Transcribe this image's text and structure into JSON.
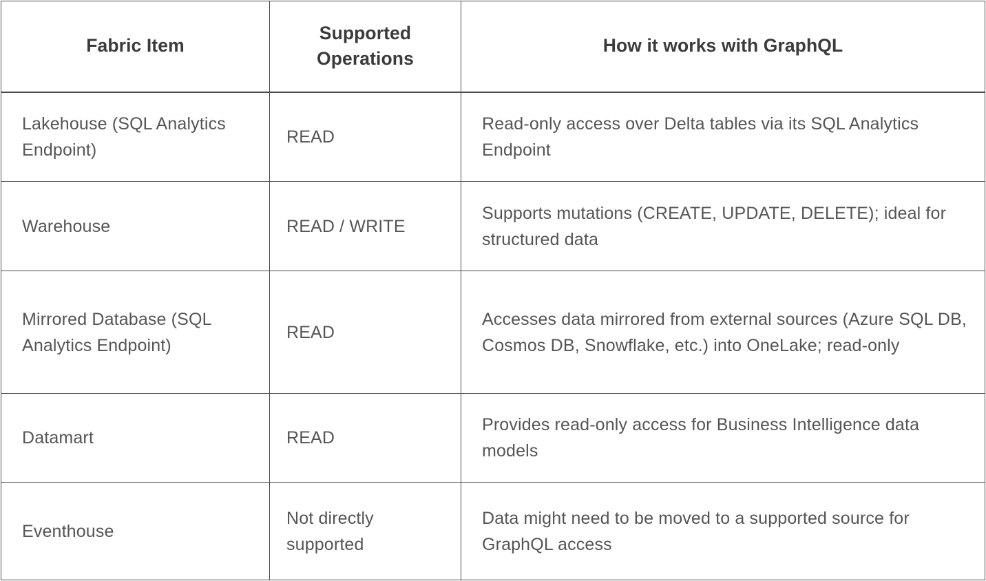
{
  "table": {
    "columns": [
      {
        "key": "fabric_item",
        "label": "Fabric Item"
      },
      {
        "key": "supported_operations",
        "label": "Supported\nOperations"
      },
      {
        "key": "how_it_works",
        "label": "How it works with GraphQL"
      }
    ],
    "header": {
      "col0": "Fabric Item",
      "col1_line1": "Supported",
      "col1_line2": "Operations",
      "col2": "How it works with GraphQL"
    },
    "rows": [
      {
        "fabric_item": "Lakehouse (SQL Analytics Endpoint)",
        "supported_operations": "READ",
        "how_it_works": "Read-only access over Delta tables via its SQL Analytics Endpoint"
      },
      {
        "fabric_item": "Warehouse",
        "supported_operations": "READ / WRITE",
        "how_it_works": "Supports mutations (CREATE, UPDATE, DELETE); ideal for structured data"
      },
      {
        "fabric_item": "Mirrored Database (SQL Analytics Endpoint)",
        "supported_operations": "READ",
        "how_it_works": "Accesses data mirrored from external sources (Azure SQL DB, Cosmos DB, Snowflake, etc.) into OneLake; read-only"
      },
      {
        "fabric_item": "Datamart",
        "supported_operations": "READ",
        "how_it_works": "Provides read-only access for Business Intelligence data models"
      },
      {
        "fabric_item": "Eventhouse",
        "supported_operations": "Not directly supported",
        "how_it_works": "Data might need to be moved to a supported source for GraphQL access"
      }
    ]
  },
  "colors": {
    "border": "#4a4a4a",
    "header_text": "#3b3b3b",
    "body_text": "#555555",
    "background": "#ffffff"
  }
}
